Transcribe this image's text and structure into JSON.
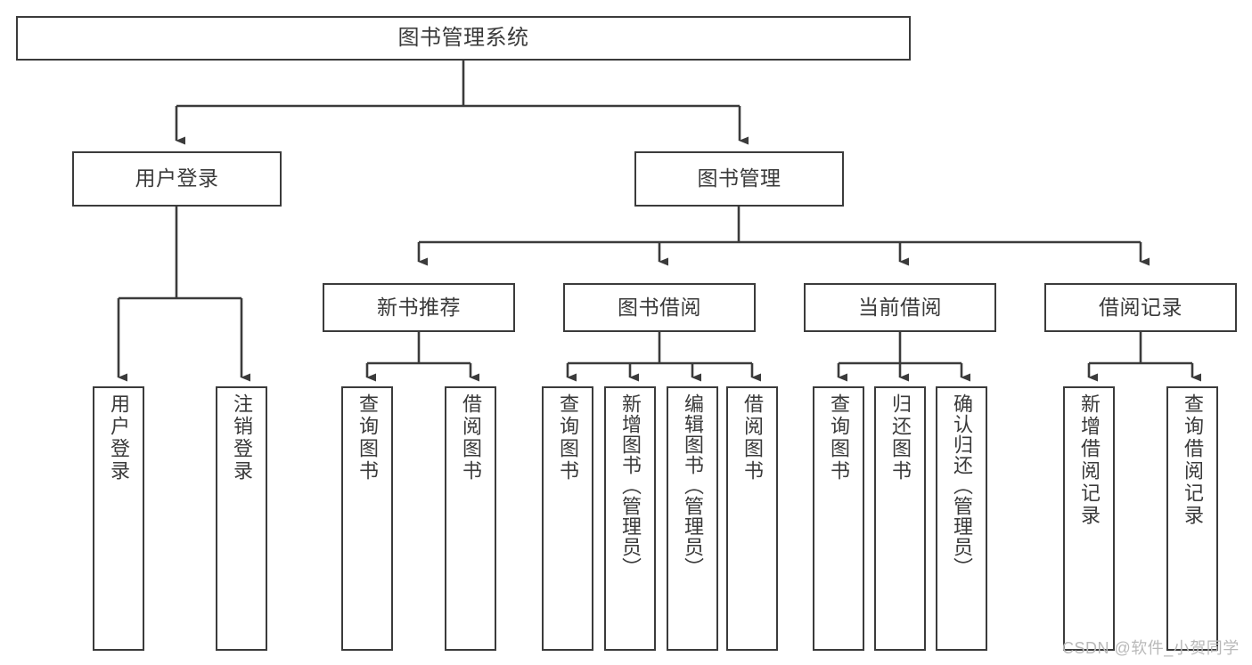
{
  "diagram": {
    "type": "hierarchy-tree",
    "title": "图书管理系统",
    "levels": 4,
    "nodes": {
      "root": {
        "label": "图书管理系统"
      },
      "l2": [
        {
          "label": "用户登录"
        },
        {
          "label": "图书管理"
        }
      ],
      "l3": [
        {
          "label": "新书推荐"
        },
        {
          "label": "图书借阅"
        },
        {
          "label": "当前借阅"
        },
        {
          "label": "借阅记录"
        }
      ],
      "leaves": {
        "user_login": [
          {
            "label": "用户登录"
          },
          {
            "label": "注销登录"
          }
        ],
        "new_book": [
          {
            "label": "查询图书"
          },
          {
            "label": "借阅图书"
          }
        ],
        "book_borrow": [
          {
            "label": "查询图书"
          },
          {
            "label": "新增图书（管理员）"
          },
          {
            "label": "编辑图书（管理员）"
          },
          {
            "label": "借阅图书"
          }
        ],
        "current_borrow": [
          {
            "label": "查询图书"
          },
          {
            "label": "归还图书"
          },
          {
            "label": "确认归还（管理员）"
          }
        ],
        "borrow_record": [
          {
            "label": "新增借阅记录"
          },
          {
            "label": "查询借阅记录"
          }
        ]
      }
    },
    "watermark": "CSDN @软件_小贺同学",
    "colors": {
      "stroke": "#3b3b3b",
      "fill": "#ffffff",
      "text": "#3a3a3a",
      "watermark": "#b9b9b9"
    }
  }
}
